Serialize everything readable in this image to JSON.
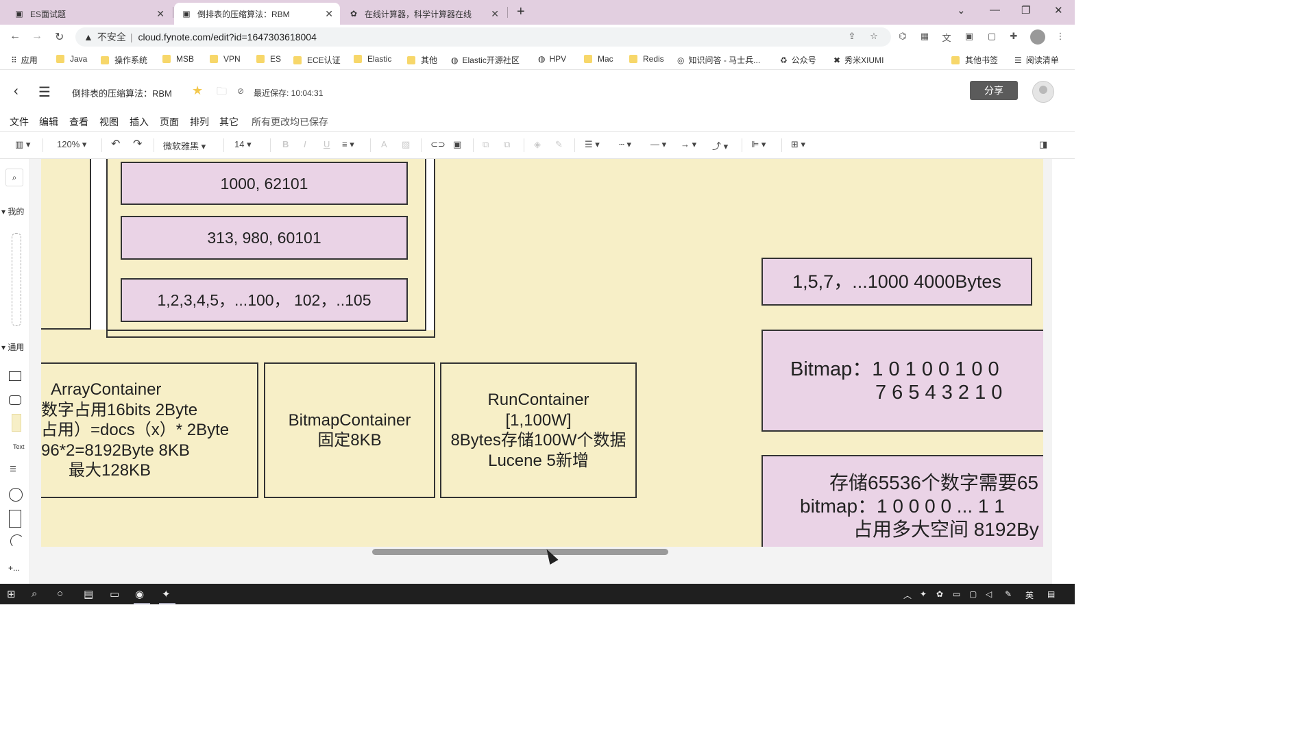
{
  "browser": {
    "tabs": [
      {
        "title": "ES面试题",
        "active": false
      },
      {
        "title": "倒排表的压缩算法：RBM",
        "active": true
      },
      {
        "title": "在线计算器，科学计算器在线",
        "active": false
      }
    ],
    "address": {
      "security_label": "不安全",
      "url": "cloud.fynote.com/edit?id=1647303618004"
    },
    "bookmarks": [
      "应用",
      "Java",
      "操作系统",
      "MSB",
      "VPN",
      "ES",
      "ECE认证",
      "Elastic",
      "其他",
      "Elastic开源社区",
      "HPV",
      "Mac",
      "Redis",
      "知识问答 - 马士兵...",
      "公众号",
      "秀米XIUMI",
      "其他书签",
      "阅读清单"
    ]
  },
  "app": {
    "doc_title": "倒排表的压缩算法：RBM",
    "save_status": "最近保存: 10:04:31",
    "share_label": "分享",
    "menu": [
      "文件",
      "编辑",
      "查看",
      "视图",
      "插入",
      "页面",
      "排列",
      "其它",
      "所有更改均已保存"
    ],
    "toolbar": {
      "zoom": "120%",
      "font": "微软雅黑",
      "font_size": "14"
    },
    "left_panel": {
      "section_mine": "我的",
      "section_general": "通用",
      "text_shape": "Text",
      "more": "+..."
    }
  },
  "diagram": {
    "top_boxes": [
      "1000, 62101",
      "313, 980, 60101",
      "1,2,3,4,5，...100， 102，..105"
    ],
    "array_container": [
      "ArrayContainer",
      "数字占用16bits   2Byte",
      "占用）=docs（x）* 2Byte",
      "96*2=8192Byte 8KB",
      "最大128KB"
    ],
    "bitmap_container": [
      "BitmapContainer",
      "固定8KB"
    ],
    "run_container": [
      "RunContainer",
      "[1,100W]",
      "8Bytes存储100W个数据",
      "Lucene 5新增"
    ],
    "right_box_1": "1,5,7，...1000  4000Bytes",
    "right_box_2": [
      "Bitmap：1 0 1 0 0 1 0 0",
      "7 6 5 4 3 2 1 0"
    ],
    "right_box_3": [
      "存储65536个数字需要65",
      "bitmap：1 0 0 0 0 ... 1 1",
      "占用多大空间 8192By"
    ]
  },
  "taskbar": {
    "lang": "英"
  }
}
